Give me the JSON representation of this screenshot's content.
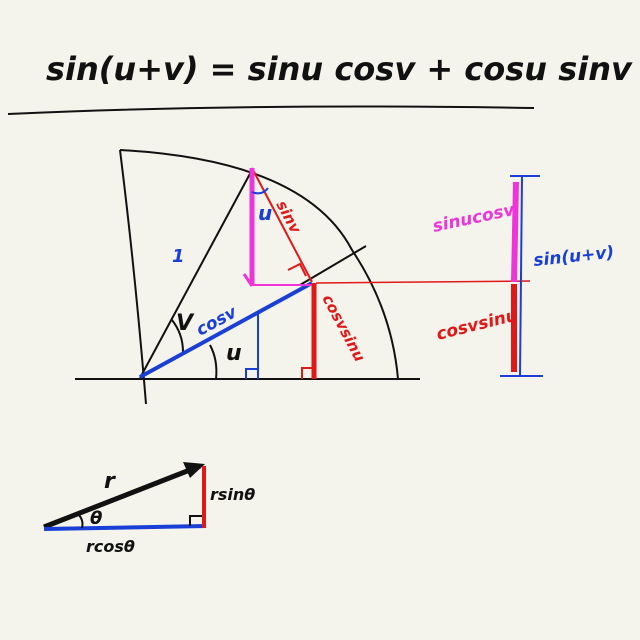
{
  "formula": "sin(u+v) = sinu cosv + cosu sinv",
  "labels": {
    "hypotenuse": "1",
    "angle_v": "V",
    "angle_u": "u",
    "cos_v": "cosv",
    "sin_v": "sinv",
    "angle_u_top": "u",
    "cos_v_sin_u": "cosvsinu",
    "sin_u_cos_v": "sinucosv",
    "sin_u_plus_v": "sin(u+v)",
    "cos_v_sin_u_bar": "cosvsinu",
    "r": "r",
    "theta": "θ",
    "r_sin_theta": "rsinθ",
    "r_cos_theta": "rcosθ"
  },
  "colors": {
    "background": "#f4f4ec",
    "ink": "#111111",
    "blue": "#1a3fd6",
    "red": "#e01818",
    "magenta": "#ee36d8"
  }
}
